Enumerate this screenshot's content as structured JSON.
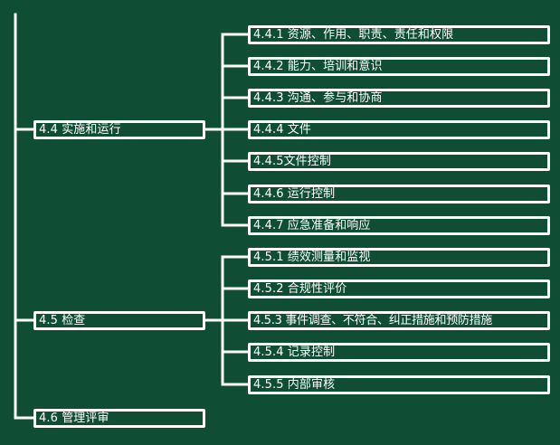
{
  "diagram": {
    "colors": {
      "background": "#0f4d35",
      "line": "#ffffff",
      "text": "#ffffff"
    },
    "groups": [
      {
        "label": "4.4 实施和运行",
        "children": [
          "4.4.1 资源、作用、职责、责任和权限",
          "4.4.2 能力、培训和意识",
          "4.4.3 沟通、参与和协商",
          "4.4.4 文件",
          "4.4.5文件控制",
          "4.4.6 运行控制",
          "4.4.7 应急准备和响应"
        ]
      },
      {
        "label": "4.5 检查",
        "children": [
          "4.5.1 绩效测量和监视",
          "4.5.2 合规性评价",
          "4.5.3 事件调查、不符合、纠正措施和预防措施",
          "4.5.4 记录控制",
          "4.5.5 内部审核"
        ]
      },
      {
        "label": "4.6 管理评审",
        "children": []
      }
    ]
  }
}
